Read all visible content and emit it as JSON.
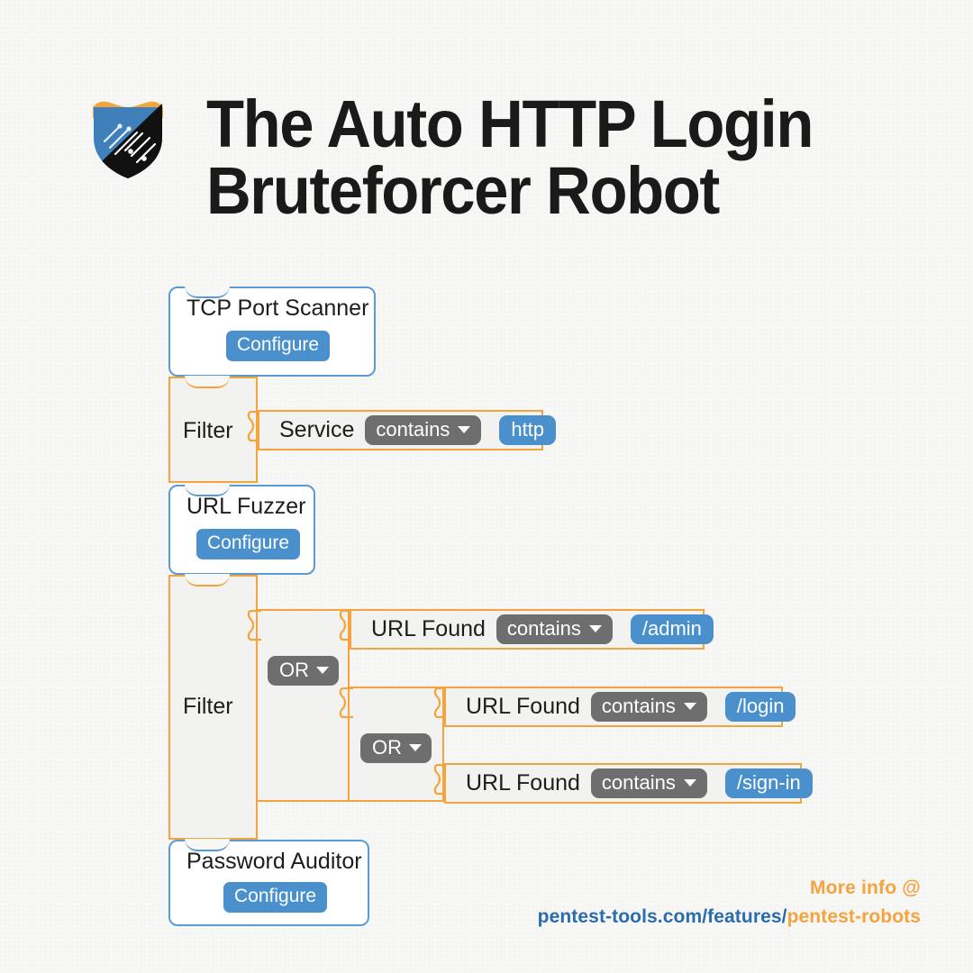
{
  "page": {
    "background_color": "#f7f7f5",
    "accent_blue": "#4a90cc",
    "accent_orange": "#f5a33c",
    "gray_pill": "#6e6e6e"
  },
  "header": {
    "logo_name": "pentest-tools-shield-logo",
    "title": "The Auto HTTP Login\nBruteforcer Robot"
  },
  "workflow": {
    "steps": [
      {
        "id": "tcp-port-scanner",
        "type": "tool",
        "title": "TCP Port Scanner",
        "button_label": "Configure"
      },
      {
        "id": "filter-1",
        "type": "filter",
        "label": "Filter",
        "conditions": [
          {
            "field": "Service",
            "operator": "contains",
            "value": "http"
          }
        ]
      },
      {
        "id": "url-fuzzer",
        "type": "tool",
        "title": "URL Fuzzer",
        "button_label": "Configure"
      },
      {
        "id": "filter-2",
        "type": "filter",
        "label": "Filter",
        "operators": [
          "OR",
          "OR"
        ],
        "conditions": [
          {
            "field": "URL Found",
            "operator": "contains",
            "value": "/admin"
          },
          {
            "field": "URL Found",
            "operator": "contains",
            "value": "/login"
          },
          {
            "field": "URL Found",
            "operator": "contains",
            "value": "/sign-in"
          }
        ]
      },
      {
        "id": "password-auditor",
        "type": "tool",
        "title": "Password Auditor",
        "button_label": "Configure"
      }
    ]
  },
  "footer": {
    "line1": "More info @",
    "url_base": "pentest-tools.com/features/",
    "url_highlight": "pentest-robots"
  }
}
